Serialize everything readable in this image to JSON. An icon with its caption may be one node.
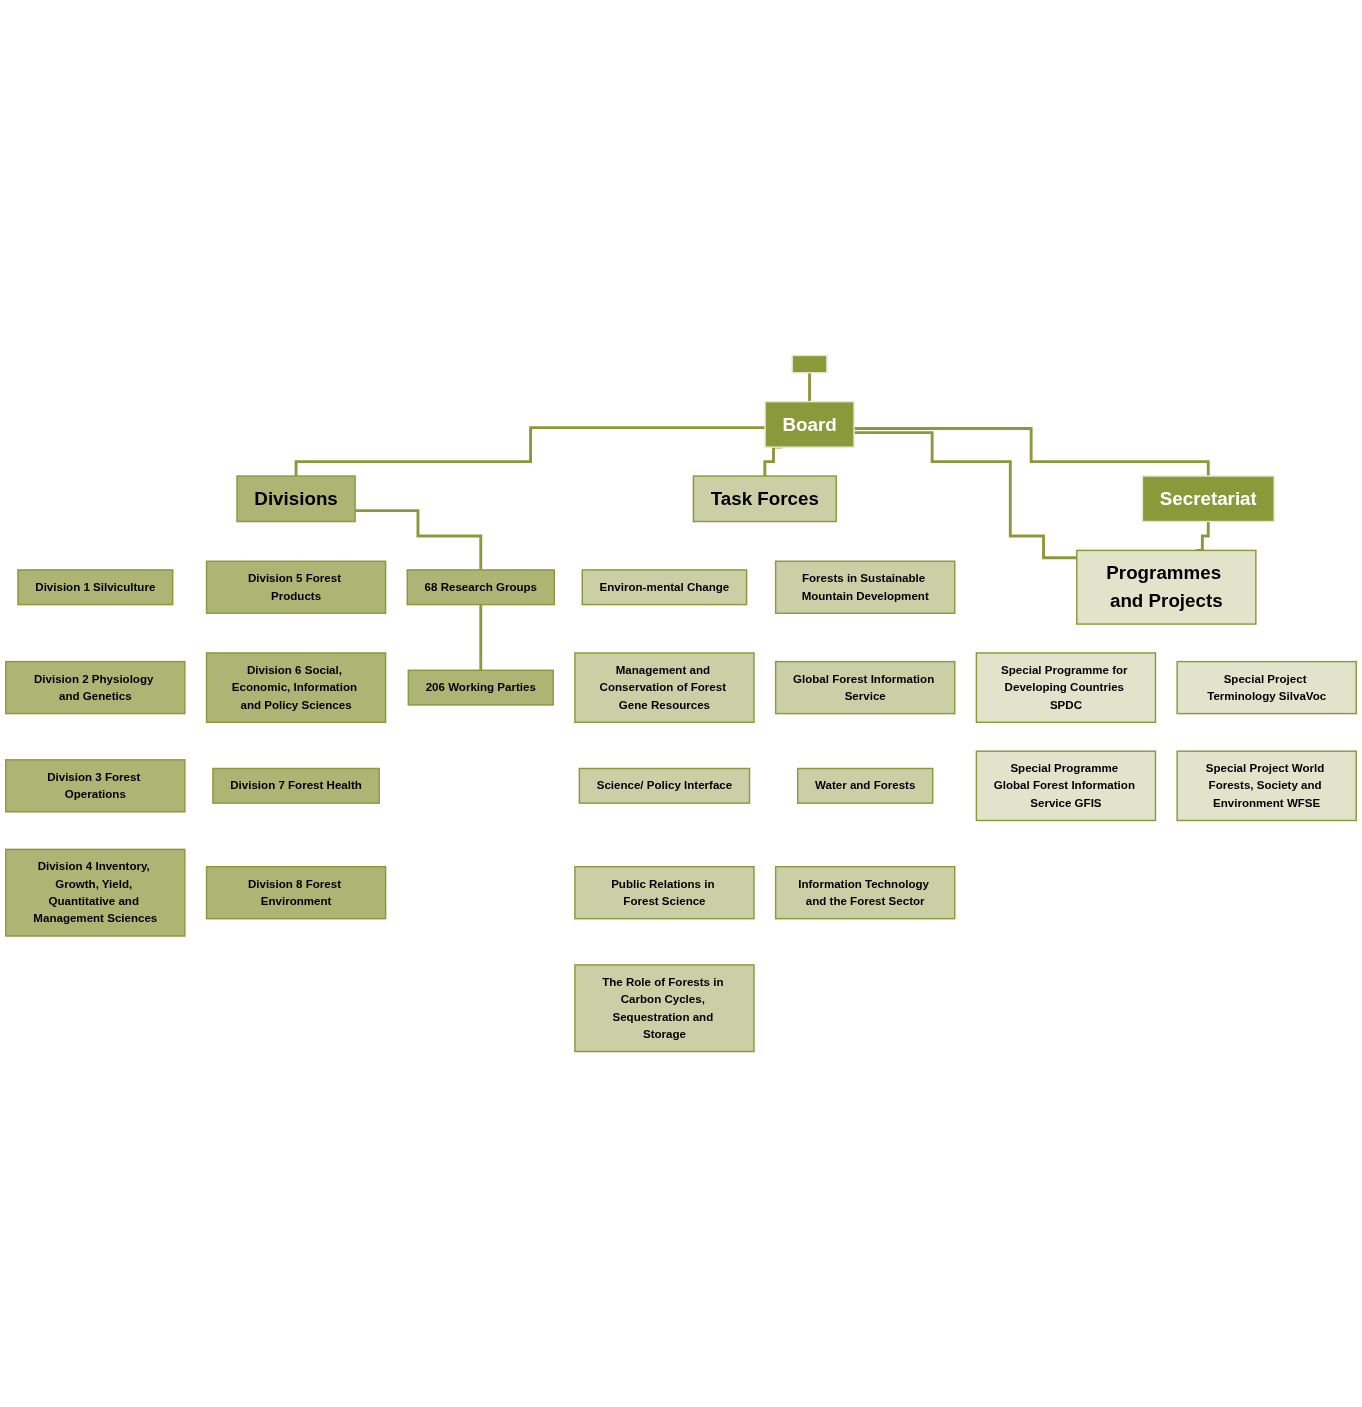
{
  "diagram": {
    "nodes": [
      {
        "text": [],
        "shape": "box"
      },
      {
        "text": [
          "Board"
        ]
      },
      {
        "text": [
          "Secretariat"
        ]
      },
      {
        "text": [
          "Divisions"
        ]
      },
      {
        "text": [
          "Task Forces"
        ]
      },
      {
        "text": [
          "Programmes and Projects"
        ]
      },
      {
        "text": [
          "Division 1 Silviculture"
        ]
      },
      {
        "text": [
          "Division 5 Forest Products"
        ]
      },
      {
        "text": [
          "Division 2 Physiology and Genetics"
        ]
      },
      {
        "text": [
          "Division 6 Social, Economic, Information and Policy Sciences"
        ]
      },
      {
        "text": [
          "Division 3 Forest Operations"
        ]
      },
      {
        "text": [
          "Division 7 Forest Health"
        ]
      },
      {
        "text": [
          "Division 4 Inventory, Growth, Yield, Quantitative and Management Sciences"
        ]
      },
      {
        "text": [
          "Division 8 Forest Environment"
        ]
      },
      {
        "text": [
          "68 Research Groups"
        ]
      },
      {
        "text": [
          "206 Working Parties"
        ]
      },
      {
        "text": [
          "Environ-mental Change"
        ]
      },
      {
        "text": [
          "Forests in Sustainable Mountain Development"
        ]
      },
      {
        "text": [
          "Management and Conservation of Forest Gene Resources"
        ]
      },
      {
        "text": [
          "Global Forest Information Service"
        ]
      },
      {
        "text": [
          "Science/ Policy Interface"
        ]
      },
      {
        "text": [
          "Water and Forests"
        ]
      },
      {
        "text": [
          "Public Relations in Forest Science"
        ]
      },
      {
        "text": [
          "Information Technology and the Forest Sector"
        ]
      },
      {
        "text": [
          "The Role of Forests in Carbon Cycles, Sequestration and Storage"
        ]
      },
      {
        "text": [
          "Special Programme for Developing Countries SPDC"
        ]
      },
      {
        "text": [
          "Special Project Terminology SilvaVoc"
        ]
      },
      {
        "text": [
          "Special Programme Global Forest Information Service GFIS"
        ]
      },
      {
        "text": [
          "Special Project World Forests, Society and Environment WFSE"
        ]
      }
    ],
    "edges": [
      {
        "from": 0,
        "to": 1,
        "arrow": "none"
      },
      {
        "from": 1,
        "to": 2,
        "arrow": "none"
      },
      {
        "from": 1,
        "to": 3,
        "arrow": "none"
      },
      {
        "from": 1,
        "to": 4,
        "arrow": "none"
      },
      {
        "from": 1,
        "to": 5,
        "arrow": "none"
      },
      {
        "from": 2,
        "to": 5,
        "arrow": "none"
      },
      {
        "from": 3,
        "to": 14,
        "arrow": "none"
      },
      {
        "from": 14,
        "to": 15,
        "arrow": "none"
      }
    ]
  }
}
